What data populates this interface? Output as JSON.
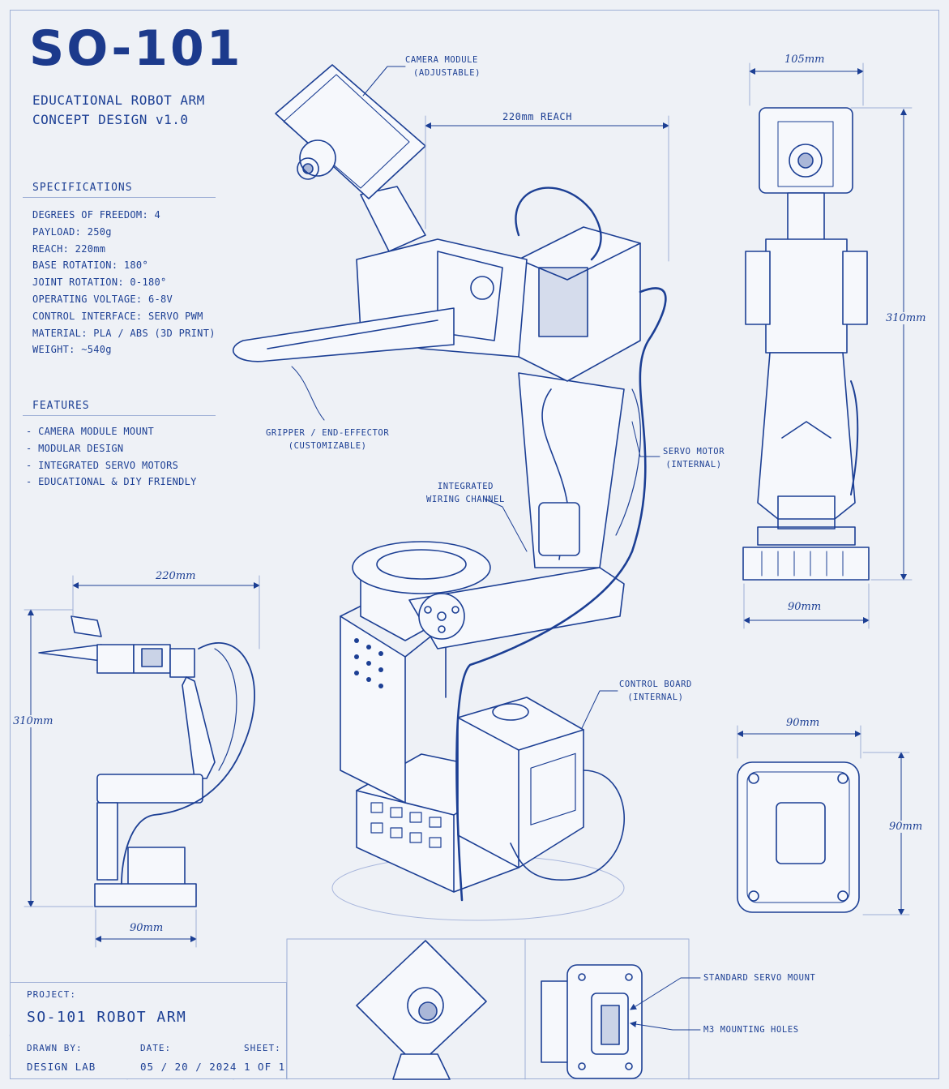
{
  "header": {
    "title": "SO-101",
    "subtitle_line1": "EDUCATIONAL ROBOT ARM",
    "subtitle_line2": "CONCEPT DESIGN v1.0"
  },
  "specifications": {
    "heading": "SPECIFICATIONS",
    "items": [
      "DEGREES OF FREEDOM: 4",
      "PAYLOAD: 250g",
      "REACH: 220mm",
      "BASE ROTATION: 180°",
      "JOINT ROTATION: 0-180°",
      "OPERATING VOLTAGE: 6-8V",
      "CONTROL INTERFACE: SERVO PWM",
      "MATERIAL: PLA / ABS (3D PRINT)",
      "WEIGHT: ~540g"
    ]
  },
  "features": {
    "heading": "FEATURES",
    "items": [
      "CAMERA MODULE MOUNT",
      "MODULAR DESIGN",
      "INTEGRATED SERVO MOTORS",
      "EDUCATIONAL & DIY FRIENDLY"
    ]
  },
  "callouts": {
    "camera_line1": "CAMERA MODULE",
    "camera_line2": "(ADJUSTABLE)",
    "reach": "220mm REACH",
    "gripper_line1": "GRIPPER / END-EFFECTOR",
    "gripper_line2": "(CUSTOMIZABLE)",
    "servo_line1": "SERVO MOTOR",
    "servo_line2": "(INTERNAL)",
    "wiring_line1": "INTEGRATED",
    "wiring_line2": "WIRING CHANNEL",
    "board_line1": "CONTROL BOARD",
    "board_line2": "(INTERNAL)",
    "servo_mount": "STANDARD SERVO MOUNT",
    "m3_holes": "M3 MOUNTING HOLES"
  },
  "dimensions": {
    "front_width": "105mm",
    "front_height": "310mm",
    "front_base": "90mm",
    "side_width": "220mm",
    "side_height": "310mm",
    "side_base": "90mm",
    "top_width": "90mm",
    "top_height": "90mm"
  },
  "title_block": {
    "project_label": "PROJECT:",
    "project_value": "SO-101 ROBOT ARM",
    "drawn_label": "DRAWN BY:",
    "drawn_value": "DESIGN LAB",
    "date_label": "DATE:",
    "date_value": "05 / 20 / 2024",
    "sheet_label": "SHEET:",
    "sheet_value": "1 OF 1"
  },
  "colors": {
    "ink": "#1c3f94",
    "paper": "#eef1f6",
    "rule": "#9fb0d6"
  }
}
